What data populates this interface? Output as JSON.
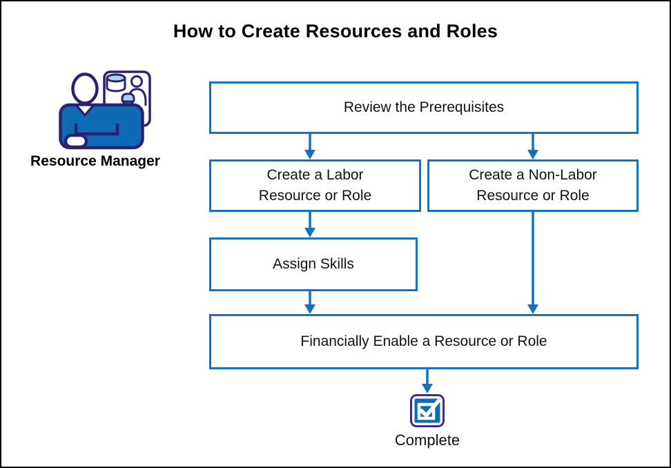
{
  "page": {
    "title": "How to Create Resources and Roles"
  },
  "actor": {
    "label": "Resource Manager",
    "icon": "resource-manager-icon"
  },
  "flow": {
    "steps": [
      {
        "id": "review-prerequisites",
        "label": "Review the Prerequisites"
      },
      {
        "id": "create-labor",
        "label": "Create a Labor\nResource or Role"
      },
      {
        "id": "create-non-labor",
        "label": "Create a Non-Labor\nResource or Role"
      },
      {
        "id": "assign-skills",
        "label": "Assign Skills"
      },
      {
        "id": "financially-enable",
        "label": "Financially Enable a Resource or Role"
      }
    ],
    "connections": [
      {
        "from": "review-prerequisites",
        "to": "create-labor"
      },
      {
        "from": "review-prerequisites",
        "to": "create-non-labor"
      },
      {
        "from": "create-labor",
        "to": "assign-skills"
      },
      {
        "from": "assign-skills",
        "to": "financially-enable"
      },
      {
        "from": "create-non-labor",
        "to": "financially-enable"
      },
      {
        "from": "financially-enable",
        "to": "complete"
      }
    ],
    "terminal": {
      "id": "complete",
      "label": "Complete",
      "icon": "checkbox-checked-icon"
    }
  },
  "colors": {
    "connector_blue": "#1173BE",
    "box_border_blue": "#1173BE",
    "box_fill": "#FFFFFF",
    "icon_outline_navy": "#2B2171",
    "icon_fill_blue": "#0E6CB5",
    "icon_cylinder_top": "#A8D3E8",
    "checkbox_border_purple": "#45278E",
    "title_text": "#000000",
    "page_border": "#000000"
  }
}
